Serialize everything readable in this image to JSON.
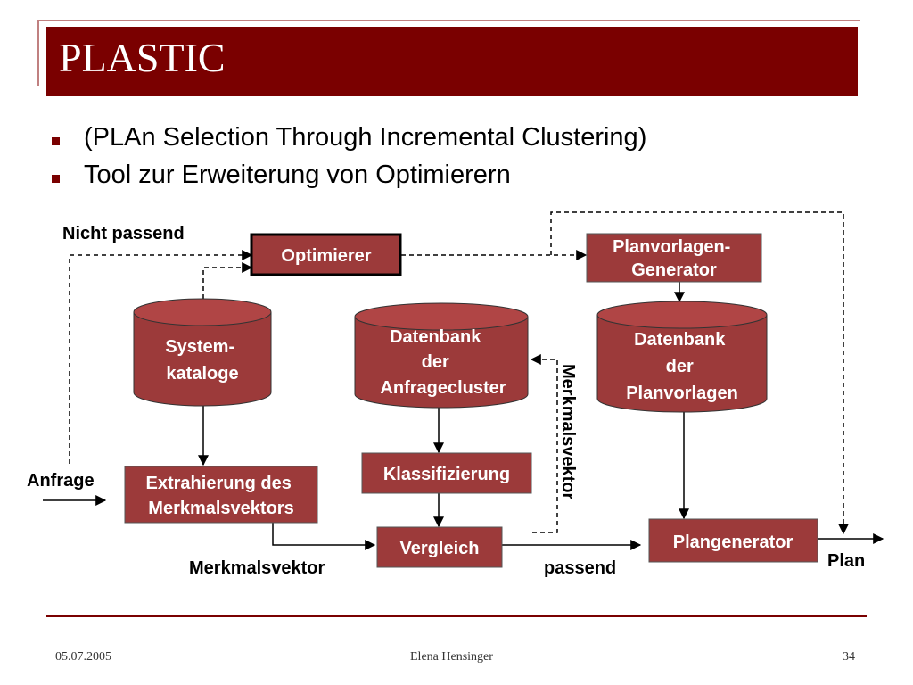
{
  "title": "PLASTIC",
  "bullets": [
    "(PLAn Selection Through Incremental Clustering)",
    "Tool zur Erweiterung von Optimierern"
  ],
  "diagram": {
    "nodes": {
      "optimierer": [
        "Optimierer"
      ],
      "planvorlagen_generator": [
        "Planvorlagen-",
        "Generator"
      ],
      "systemkataloge": [
        "System-",
        "kataloge"
      ],
      "db_anfragecluster": [
        "Datenbank",
        "der",
        "Anfragecluster"
      ],
      "db_planvorlagen": [
        "Datenbank",
        "der",
        "Planvorlagen"
      ],
      "extrahierung": [
        "Extrahierung des",
        "Merkmalsvektors"
      ],
      "klassifizierung": [
        "Klassifizierung"
      ],
      "vergleich": [
        "Vergleich"
      ],
      "plangenerator": [
        "Plangenerator"
      ]
    },
    "labels": {
      "nicht_passend": "Nicht passend",
      "anfrage": "Anfrage",
      "merkmalsvektor_bottom": "Merkmalsvektor",
      "passend": "passend",
      "plan": "Plan",
      "merkmalsvektor_vertical": "Merkmalsvektor"
    },
    "colors": {
      "box_fill": "#9c3a3a",
      "box_text": "#ffffff",
      "line": "#000000"
    }
  },
  "footer": {
    "date": "05.07.2005",
    "author": "Elena Hensinger",
    "page": "34"
  }
}
